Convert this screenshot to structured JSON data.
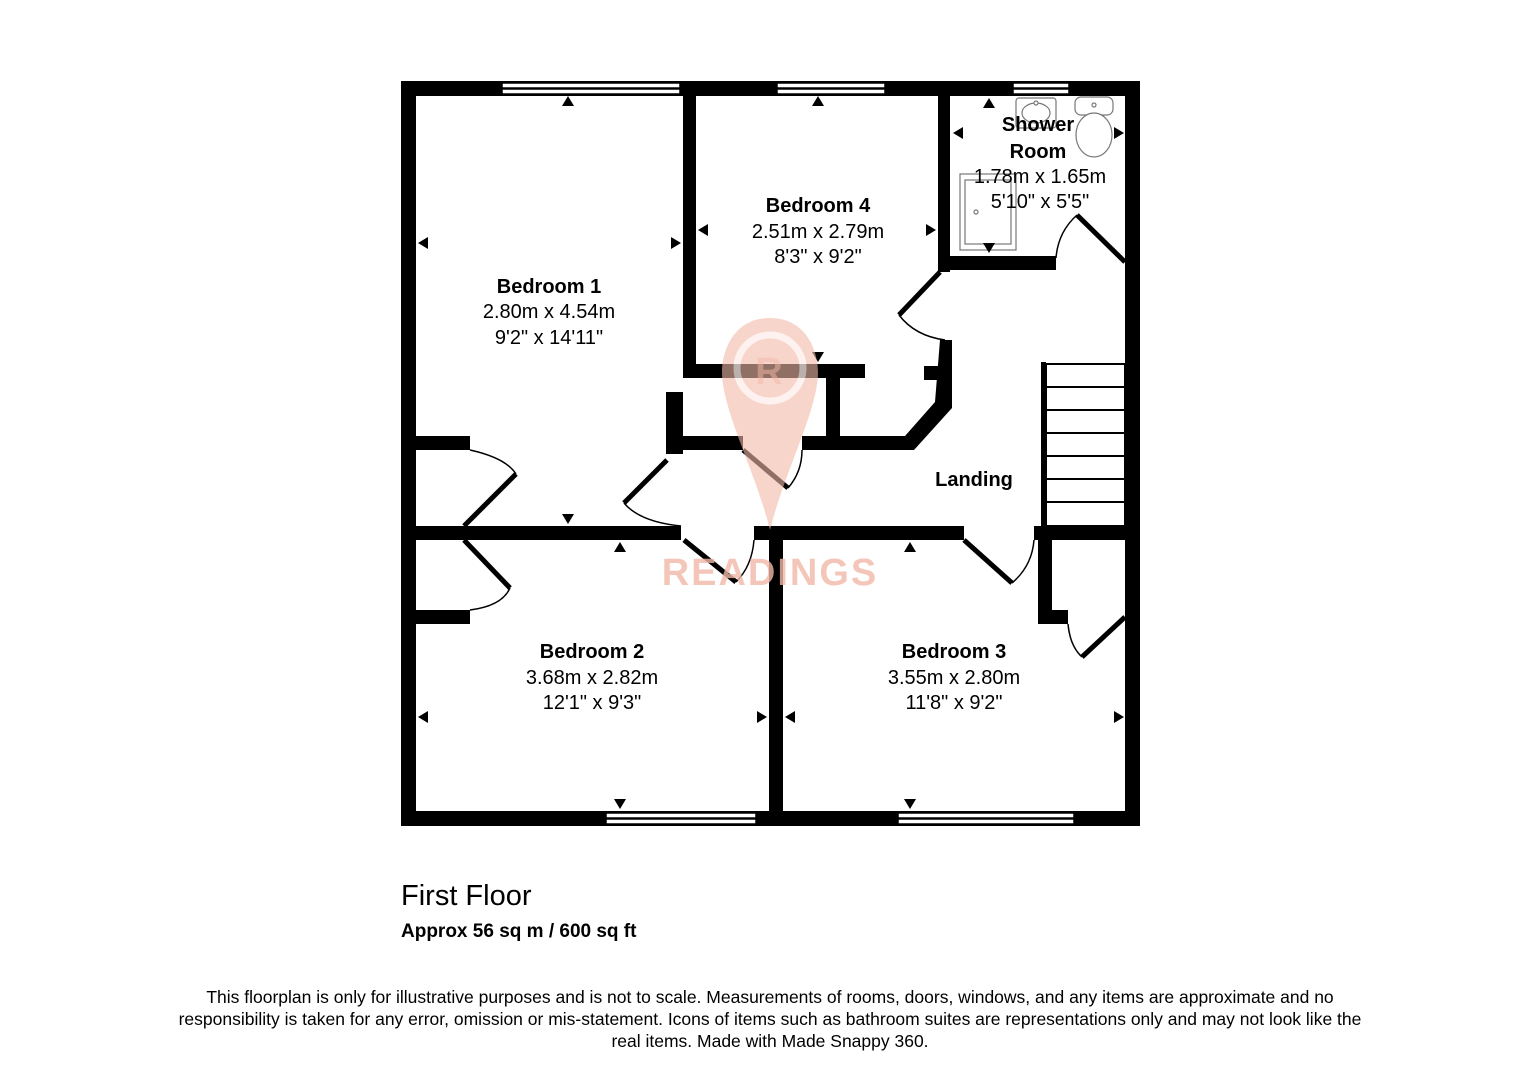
{
  "colors": {
    "wall": "#000000",
    "watermark": "#f2b9a8"
  },
  "watermark": {
    "icon": "map-pin-r-icon",
    "letter": "R",
    "brand": "READINGS"
  },
  "rooms": [
    {
      "name": "Bedroom 1",
      "metric": "2.80m x 4.54m",
      "imperial": "9'2\" x 14'11\""
    },
    {
      "name": "Bedroom 4",
      "metric": "2.51m x 2.79m",
      "imperial": "8'3\" x 9'2\""
    },
    {
      "name_line1": "Shower",
      "name_line2": "Room",
      "metric": "1.78m x 1.65m",
      "imperial": "5'10\" x 5'5\""
    },
    {
      "name": "Landing"
    },
    {
      "name": "Bedroom 2",
      "metric": "3.68m x 2.82m",
      "imperial": "12'1\" x 9'3\""
    },
    {
      "name": "Bedroom 3",
      "metric": "3.55m x 2.80m",
      "imperial": "11'8\" x 9'2\""
    }
  ],
  "floor": {
    "title": "First Floor",
    "area": "Approx 56 sq m / 600 sq ft"
  },
  "disclaimer": "This floorplan is only for illustrative purposes and is not to scale. Measurements of rooms, doors, windows, and any items are approximate and no responsibility is taken for any error, omission or mis-statement. Icons of items such as bathroom suites are representations only and may not look like the real items. Made with Made Snappy 360."
}
